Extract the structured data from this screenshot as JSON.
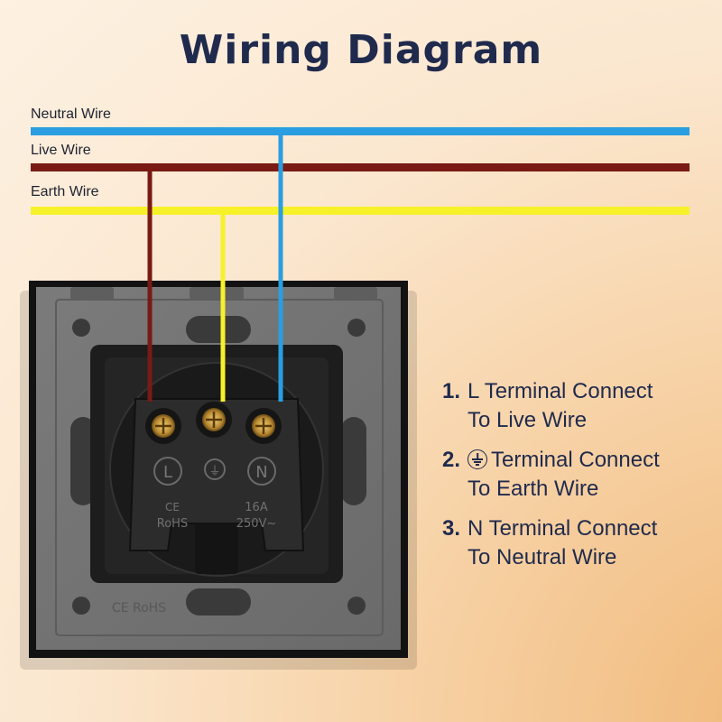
{
  "title": "Wiring Diagram",
  "wires": [
    {
      "label": "Neutral Wire",
      "color": "#2a9ee0"
    },
    {
      "label": "Live Wire",
      "color": "#7a1a14"
    },
    {
      "label": "Earth Wire",
      "color": "#f7f12a"
    }
  ],
  "socket": {
    "terminal_labels": [
      "L",
      "⏚",
      "N"
    ],
    "marks_left": [
      "CE",
      "RoHS"
    ],
    "marks_right": [
      "16A",
      "250V~"
    ],
    "plate_marks": "CE RoHS"
  },
  "steps": [
    {
      "num": "1.",
      "line1": "L Terminal Connect",
      "line2": "To Live Wire"
    },
    {
      "num": "2.",
      "icon": "earth-ground-icon",
      "line1": "Terminal Connect",
      "line2": "To Earth Wire"
    },
    {
      "num": "3.",
      "line1": "N Terminal Connect",
      "line2": "To Neutral Wire"
    }
  ]
}
